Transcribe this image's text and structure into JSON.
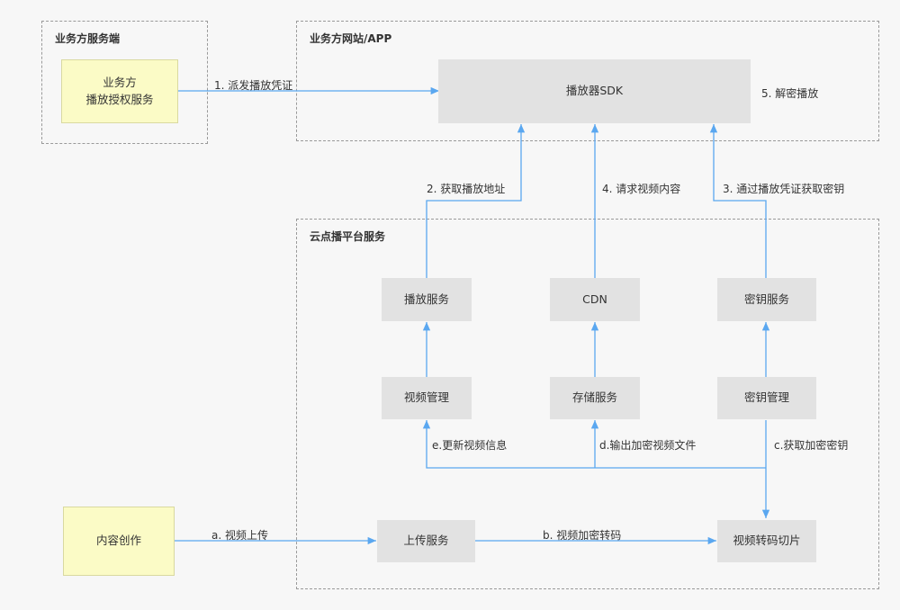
{
  "groups": {
    "biz_server": "业务方服务端",
    "biz_site": "业务方网站/APP",
    "vod_platform": "云点播平台服务"
  },
  "nodes": {
    "auth_service_line1": "业务方",
    "auth_service_line2": "播放授权服务",
    "player_sdk": "播放器SDK",
    "play_service": "播放服务",
    "cdn": "CDN",
    "key_service": "密钥服务",
    "video_mgmt": "视频管理",
    "storage_service": "存储服务",
    "key_mgmt": "密钥管理",
    "content_creation": "内容创作",
    "upload_service": "上传服务",
    "transcode_slice": "视频转码切片"
  },
  "edges": {
    "e1": "1. 派发播放凭证",
    "e2": "2. 获取播放地址",
    "e3": "3. 通过播放凭证获取密钥",
    "e4": "4. 请求视频内容",
    "e5": "5. 解密播放",
    "ea": "a. 视频上传",
    "eb": "b. 视频加密转码",
    "ec": "c.获取加密密钥",
    "ed": "d.输出加密视频文件",
    "ee": "e.更新视频信息"
  },
  "colors": {
    "arrow": "#5aa7f0",
    "node_gray": "#e2e2e2",
    "node_yellow": "#fbfbc6",
    "dashed_border": "#9a9a9a",
    "background": "#f7f7f7"
  }
}
